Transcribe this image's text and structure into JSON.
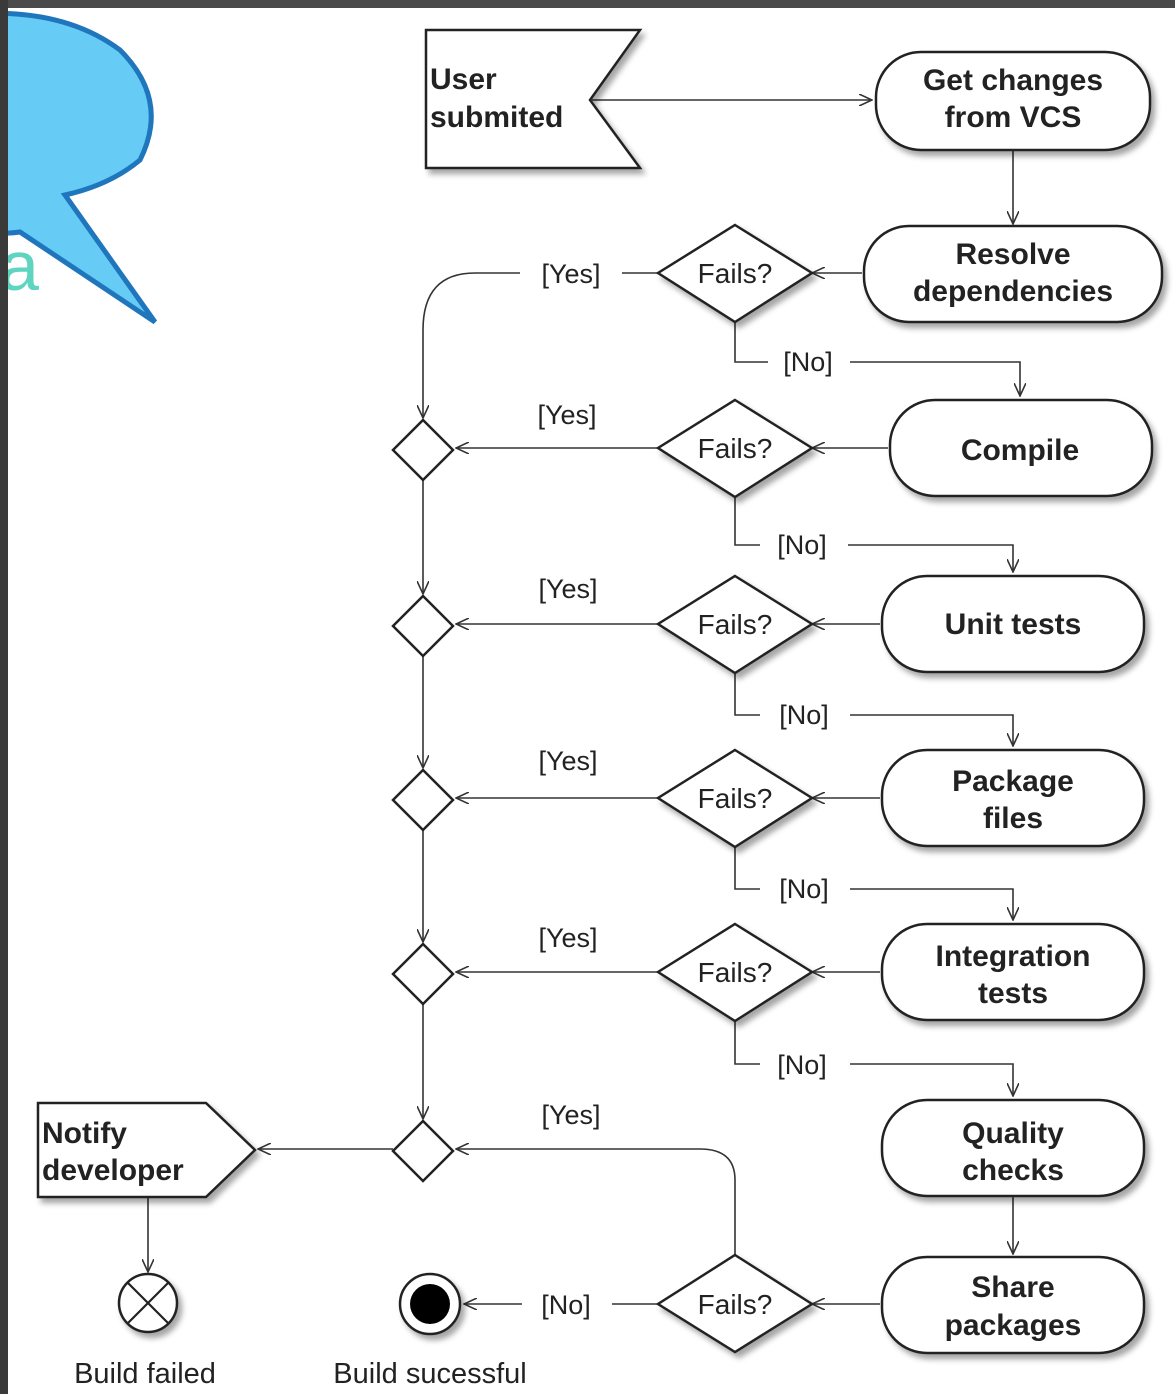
{
  "callout": {
    "fill": "#66ccf5",
    "stroke": "#1f76bd",
    "text": "a",
    "text_color": "#5fd4c0"
  },
  "nodes": {
    "user_submitted": [
      "User",
      "submited"
    ],
    "get_changes": [
      "Get changes",
      "from VCS"
    ],
    "resolve": [
      "Resolve",
      "dependencies"
    ],
    "compile": [
      "Compile"
    ],
    "unit_tests": [
      "Unit tests"
    ],
    "package_files": [
      "Package",
      "files"
    ],
    "integration_tests": [
      "Integration",
      "tests"
    ],
    "quality_checks": [
      "Quality",
      "checks"
    ],
    "share_packages": [
      "Share",
      "packages"
    ],
    "notify_developer": [
      "Notify",
      "developer"
    ]
  },
  "decision_label": "Fails?",
  "guards": {
    "yes": "[Yes]",
    "no": "[No]"
  },
  "finals": {
    "failed": "Build failed",
    "success": "Build sucessful"
  }
}
